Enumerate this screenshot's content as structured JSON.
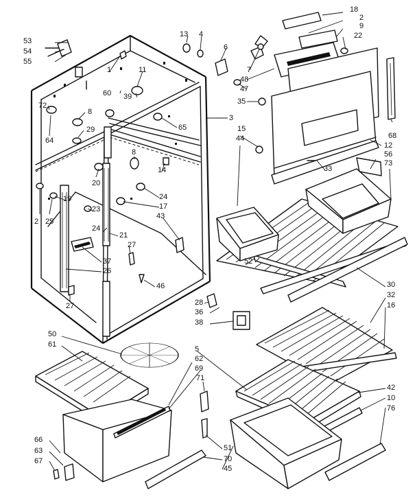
{
  "labels": [
    {
      "id": "18",
      "text": "18"
    },
    {
      "id": "2a",
      "text": "2"
    },
    {
      "id": "9",
      "text": "9"
    },
    {
      "id": "22",
      "text": "22"
    },
    {
      "id": "53",
      "text": "53"
    },
    {
      "id": "54",
      "text": "54"
    },
    {
      "id": "55",
      "text": "55"
    },
    {
      "id": "13",
      "text": "13"
    },
    {
      "id": "4",
      "text": "4"
    },
    {
      "id": "6",
      "text": "6"
    },
    {
      "id": "1",
      "text": "1"
    },
    {
      "id": "11",
      "text": "11"
    },
    {
      "id": "60",
      "text": "60"
    },
    {
      "id": "39",
      "text": "39"
    },
    {
      "id": "7",
      "text": "7"
    },
    {
      "id": "48",
      "text": "48"
    },
    {
      "id": "47",
      "text": "47"
    },
    {
      "id": "35",
      "text": "35"
    },
    {
      "id": "72",
      "text": "72"
    },
    {
      "id": "8a",
      "text": "8"
    },
    {
      "id": "29",
      "text": "29"
    },
    {
      "id": "64",
      "text": "64"
    },
    {
      "id": "65",
      "text": "65"
    },
    {
      "id": "3",
      "text": "3"
    },
    {
      "id": "15",
      "text": "15"
    },
    {
      "id": "44",
      "text": "44"
    },
    {
      "id": "68",
      "text": "68"
    },
    {
      "id": "12",
      "text": "12"
    },
    {
      "id": "56",
      "text": "56"
    },
    {
      "id": "73",
      "text": "73"
    },
    {
      "id": "33",
      "text": "33"
    },
    {
      "id": "8b",
      "text": "8"
    },
    {
      "id": "20",
      "text": "20"
    },
    {
      "id": "14",
      "text": "14"
    },
    {
      "id": "24a",
      "text": "24"
    },
    {
      "id": "17",
      "text": "17"
    },
    {
      "id": "43",
      "text": "43"
    },
    {
      "id": "19",
      "text": "19"
    },
    {
      "id": "23",
      "text": "23"
    },
    {
      "id": "2b",
      "text": "2"
    },
    {
      "id": "25",
      "text": "25"
    },
    {
      "id": "24b",
      "text": "24"
    },
    {
      "id": "21",
      "text": "21"
    },
    {
      "id": "27a",
      "text": "27"
    },
    {
      "id": "37",
      "text": "37"
    },
    {
      "id": "26",
      "text": "26"
    },
    {
      "id": "46",
      "text": "46"
    },
    {
      "id": "52",
      "text": "52"
    },
    {
      "id": "27b",
      "text": "27"
    },
    {
      "id": "30",
      "text": "30"
    },
    {
      "id": "32",
      "text": "32"
    },
    {
      "id": "16",
      "text": "16"
    },
    {
      "id": "28",
      "text": "28"
    },
    {
      "id": "36",
      "text": "36"
    },
    {
      "id": "38",
      "text": "38"
    },
    {
      "id": "50",
      "text": "50"
    },
    {
      "id": "61",
      "text": "61"
    },
    {
      "id": "5",
      "text": "5"
    },
    {
      "id": "62",
      "text": "62"
    },
    {
      "id": "69",
      "text": "69"
    },
    {
      "id": "71",
      "text": "71"
    },
    {
      "id": "42",
      "text": "42"
    },
    {
      "id": "10",
      "text": "10"
    },
    {
      "id": "76",
      "text": "76"
    },
    {
      "id": "66",
      "text": "66"
    },
    {
      "id": "63",
      "text": "63"
    },
    {
      "id": "67",
      "text": "67"
    },
    {
      "id": "51",
      "text": "51"
    },
    {
      "id": "70",
      "text": "70"
    },
    {
      "id": "45",
      "text": "45"
    }
  ]
}
